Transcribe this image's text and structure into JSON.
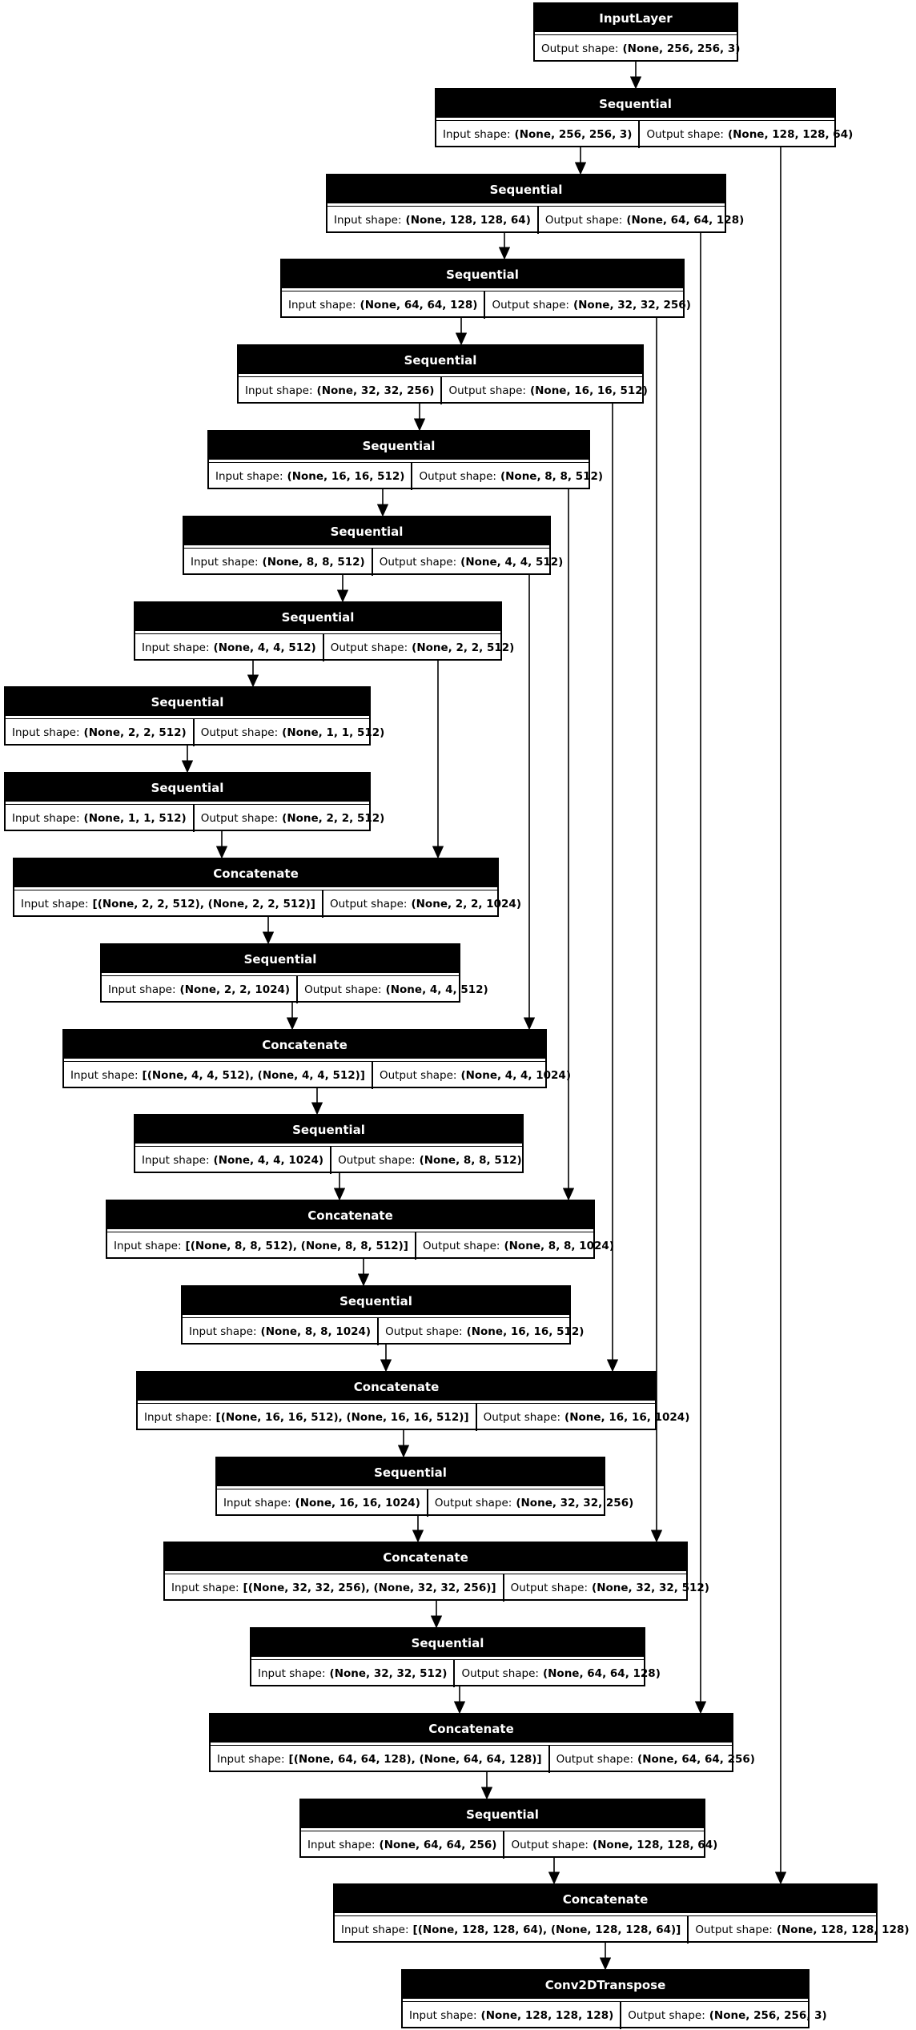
{
  "diagram": {
    "kind": "keras-model-plot",
    "input_label": "Input shape:",
    "output_label": "Output shape:",
    "colors": {
      "node_fill": "#000000",
      "node_text": "#ffffff",
      "body_fill": "#ffffff",
      "body_text": "#000000",
      "edge": "#000000",
      "background": "#ffffff"
    }
  },
  "nodes": [
    {
      "layer": "InputLayer",
      "input_shape": null,
      "output_shape": "(None, 256, 256, 3)"
    },
    {
      "layer": "Sequential",
      "input_shape": "(None, 256, 256, 3)",
      "output_shape": "(None, 128, 128, 64)"
    },
    {
      "layer": "Sequential",
      "input_shape": "(None, 128, 128, 64)",
      "output_shape": "(None, 64, 64, 128)"
    },
    {
      "layer": "Sequential",
      "input_shape": "(None, 64, 64, 128)",
      "output_shape": "(None, 32, 32, 256)"
    },
    {
      "layer": "Sequential",
      "input_shape": "(None, 32, 32, 256)",
      "output_shape": "(None, 16, 16, 512)"
    },
    {
      "layer": "Sequential",
      "input_shape": "(None, 16, 16, 512)",
      "output_shape": "(None, 8, 8, 512)"
    },
    {
      "layer": "Sequential",
      "input_shape": "(None, 8, 8, 512)",
      "output_shape": "(None, 4, 4, 512)"
    },
    {
      "layer": "Sequential",
      "input_shape": "(None, 4, 4, 512)",
      "output_shape": "(None, 2, 2, 512)"
    },
    {
      "layer": "Sequential",
      "input_shape": "(None, 2, 2, 512)",
      "output_shape": "(None, 1, 1, 512)"
    },
    {
      "layer": "Sequential",
      "input_shape": "(None, 1, 1, 512)",
      "output_shape": "(None, 2, 2, 512)"
    },
    {
      "layer": "Concatenate",
      "input_shape": "[(None, 2, 2, 512), (None, 2, 2, 512)]",
      "output_shape": "(None, 2, 2, 1024)"
    },
    {
      "layer": "Sequential",
      "input_shape": "(None, 2, 2, 1024)",
      "output_shape": "(None, 4, 4, 512)"
    },
    {
      "layer": "Concatenate",
      "input_shape": "[(None, 4, 4, 512), (None, 4, 4, 512)]",
      "output_shape": "(None, 4, 4, 1024)"
    },
    {
      "layer": "Sequential",
      "input_shape": "(None, 4, 4, 1024)",
      "output_shape": "(None, 8, 8, 512)"
    },
    {
      "layer": "Concatenate",
      "input_shape": "[(None, 8, 8, 512), (None, 8, 8, 512)]",
      "output_shape": "(None, 8, 8, 1024)"
    },
    {
      "layer": "Sequential",
      "input_shape": "(None, 8, 8, 1024)",
      "output_shape": "(None, 16, 16, 512)"
    },
    {
      "layer": "Concatenate",
      "input_shape": "[(None, 16, 16, 512), (None, 16, 16, 512)]",
      "output_shape": "(None, 16, 16, 1024)"
    },
    {
      "layer": "Sequential",
      "input_shape": "(None, 16, 16, 1024)",
      "output_shape": "(None, 32, 32, 256)"
    },
    {
      "layer": "Concatenate",
      "input_shape": "[(None, 32, 32, 256), (None, 32, 32, 256)]",
      "output_shape": "(None, 32, 32, 512)"
    },
    {
      "layer": "Sequential",
      "input_shape": "(None, 32, 32, 512)",
      "output_shape": "(None, 64, 64, 128)"
    },
    {
      "layer": "Concatenate",
      "input_shape": "[(None, 64, 64, 128), (None, 64, 64, 128)]",
      "output_shape": "(None, 64, 64, 256)"
    },
    {
      "layer": "Sequential",
      "input_shape": "(None, 64, 64, 256)",
      "output_shape": "(None, 128, 128, 64)"
    },
    {
      "layer": "Concatenate",
      "input_shape": "[(None, 128, 128, 64), (None, 128, 128, 64)]",
      "output_shape": "(None, 128, 128, 128)"
    },
    {
      "layer": "Conv2DTranspose",
      "input_shape": "(None, 128, 128, 128)",
      "output_shape": "(None, 256, 256, 3)"
    }
  ],
  "edges": [
    {
      "from": 0,
      "to": 1,
      "type": "chain"
    },
    {
      "from": 1,
      "to": 2,
      "type": "chain"
    },
    {
      "from": 2,
      "to": 3,
      "type": "chain"
    },
    {
      "from": 3,
      "to": 4,
      "type": "chain"
    },
    {
      "from": 4,
      "to": 5,
      "type": "chain"
    },
    {
      "from": 5,
      "to": 6,
      "type": "chain"
    },
    {
      "from": 6,
      "to": 7,
      "type": "chain"
    },
    {
      "from": 7,
      "to": 8,
      "type": "chain"
    },
    {
      "from": 8,
      "to": 9,
      "type": "chain"
    },
    {
      "from": 9,
      "to": 10,
      "type": "chain"
    },
    {
      "from": 10,
      "to": 11,
      "type": "chain"
    },
    {
      "from": 11,
      "to": 12,
      "type": "chain"
    },
    {
      "from": 12,
      "to": 13,
      "type": "chain"
    },
    {
      "from": 13,
      "to": 14,
      "type": "chain"
    },
    {
      "from": 14,
      "to": 15,
      "type": "chain"
    },
    {
      "from": 15,
      "to": 16,
      "type": "chain"
    },
    {
      "from": 16,
      "to": 17,
      "type": "chain"
    },
    {
      "from": 17,
      "to": 18,
      "type": "chain"
    },
    {
      "from": 18,
      "to": 19,
      "type": "chain"
    },
    {
      "from": 19,
      "to": 20,
      "type": "chain"
    },
    {
      "from": 20,
      "to": 21,
      "type": "chain"
    },
    {
      "from": 21,
      "to": 22,
      "type": "chain"
    },
    {
      "from": 22,
      "to": 23,
      "type": "chain"
    },
    {
      "from": 1,
      "to": 22,
      "type": "skip"
    },
    {
      "from": 2,
      "to": 20,
      "type": "skip"
    },
    {
      "from": 3,
      "to": 18,
      "type": "skip"
    },
    {
      "from": 4,
      "to": 16,
      "type": "skip"
    },
    {
      "from": 5,
      "to": 14,
      "type": "skip"
    },
    {
      "from": 6,
      "to": 12,
      "type": "skip"
    },
    {
      "from": 7,
      "to": 10,
      "type": "skip"
    }
  ]
}
